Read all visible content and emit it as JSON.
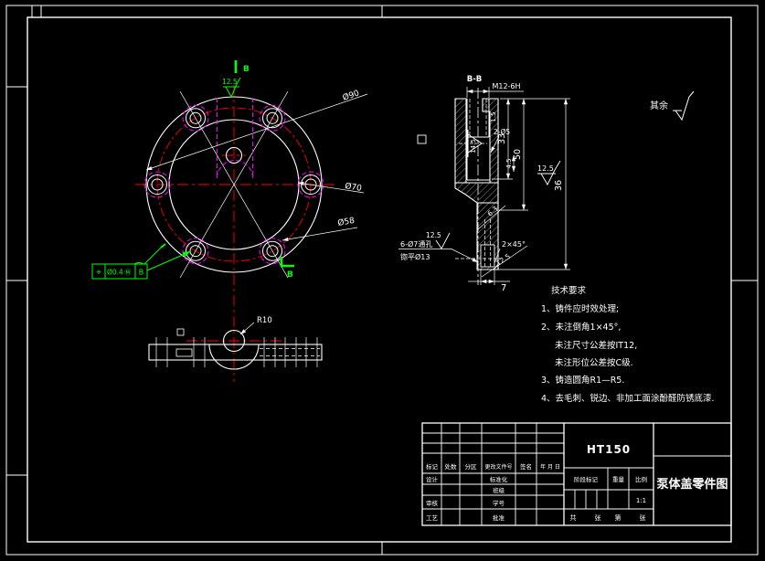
{
  "colors": {
    "background": "#000000",
    "line": "#ffffff",
    "centerline": "#ff0000",
    "hidden_detail": "#ff00ff",
    "annotation": "#00ff00"
  },
  "general": {
    "surface_note_prefix": "其余"
  },
  "front_view": {
    "labels": {
      "outer_dia": "Ø90",
      "mid_dia": "Ø70",
      "bolt_dia": "Ø58"
    },
    "section_arrow_top": "B",
    "section_arrow_bottom": "B",
    "roughness_top": "12.5",
    "datum": "B",
    "fcf": {
      "symbol": "⌖",
      "tol": "Ø0.4",
      "mod": "Ⓜ",
      "datum": "B"
    }
  },
  "plan_view": {
    "radius": "R10"
  },
  "section_view": {
    "label": "B-B",
    "thread": "M12-6H",
    "dim_33": "33",
    "dim_50": "50",
    "dim_36": "36",
    "dim_45": "4.5",
    "dim_145": "14.5",
    "dim_15": "1.5",
    "dim_7": "7",
    "holes_small": "2-Ø5",
    "chamfer": "2×45°",
    "rough_1": "12.5",
    "rough_2": "6.3",
    "rough_3": "12.5",
    "rough_4": "12.5",
    "hole_note_1": "6-Ø7通孔",
    "hole_note_2": "锪平Ø13"
  },
  "tech": {
    "title": "技术要求",
    "lines": [
      "1、铸件应时效处理;",
      "2、未注倒角1×45°,",
      "未注尺寸公差按IT12,",
      "未注形位公差按C级.",
      "3、铸造圆角R1—R5.",
      "4、去毛刺、锐边、非加工面涂酚醛防锈底漆."
    ]
  },
  "title_block": {
    "material": "HT150",
    "drawing_title": "泵体盖零件图",
    "header": {
      "mark": "标记",
      "count": "处数",
      "zone": "分区",
      "doc_no": "更改文件号",
      "sign": "签名",
      "date": "年 月 日"
    },
    "left": {
      "design": "设计",
      "standard": "标准化",
      "class": "班级",
      "check": "审核",
      "number": "学号",
      "process": "工艺",
      "approve": "批准"
    },
    "right": {
      "stage": "阶段标记",
      "weight": "重量",
      "scale": "比例",
      "scale_value": "1:1"
    },
    "sheet": {
      "total_label": "共",
      "total_unit": "张",
      "page_label": "第",
      "page_unit": "张"
    }
  }
}
